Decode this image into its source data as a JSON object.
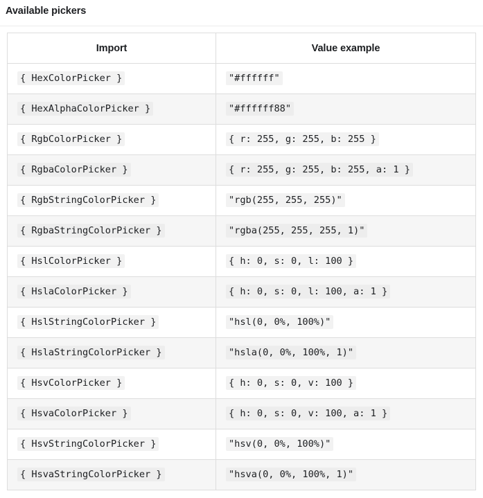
{
  "heading": "Available pickers",
  "table": {
    "columns": [
      "Import",
      "Value example"
    ],
    "rows": [
      {
        "import": "{ HexColorPicker }",
        "value": "\"#ffffff\""
      },
      {
        "import": "{ HexAlphaColorPicker }",
        "value": "\"#ffffff88\""
      },
      {
        "import": "{ RgbColorPicker }",
        "value": "{ r: 255, g: 255, b: 255 }"
      },
      {
        "import": "{ RgbaColorPicker }",
        "value": "{ r: 255, g: 255, b: 255, a: 1 }"
      },
      {
        "import": "{ RgbStringColorPicker }",
        "value": "\"rgb(255, 255, 255)\""
      },
      {
        "import": "{ RgbaStringColorPicker }",
        "value": "\"rgba(255, 255, 255, 1)\""
      },
      {
        "import": "{ HslColorPicker }",
        "value": "{ h: 0, s: 0, l: 100 }"
      },
      {
        "import": "{ HslaColorPicker }",
        "value": "{ h: 0, s: 0, l: 100, a: 1 }"
      },
      {
        "import": "{ HslStringColorPicker }",
        "value": "\"hsl(0, 0%, 100%)\""
      },
      {
        "import": "{ HslaStringColorPicker }",
        "value": "\"hsla(0, 0%, 100%, 1)\""
      },
      {
        "import": "{ HsvColorPicker }",
        "value": "{ h: 0, s: 0, v: 100 }"
      },
      {
        "import": "{ HsvaColorPicker }",
        "value": "{ h: 0, s: 0, v: 100, a: 1 }"
      },
      {
        "import": "{ HsvStringColorPicker }",
        "value": "\"hsv(0, 0%, 100%)\""
      },
      {
        "import": "{ HsvaStringColorPicker }",
        "value": "\"hsva(0, 0%, 100%, 1)\""
      }
    ]
  },
  "colors": {
    "text": "#1c1e21",
    "border": "#dddddd",
    "rule": "#ececec",
    "stripe": "#f6f6f6",
    "code_bg": "#f2f2f2",
    "page_bg": "#ffffff"
  }
}
